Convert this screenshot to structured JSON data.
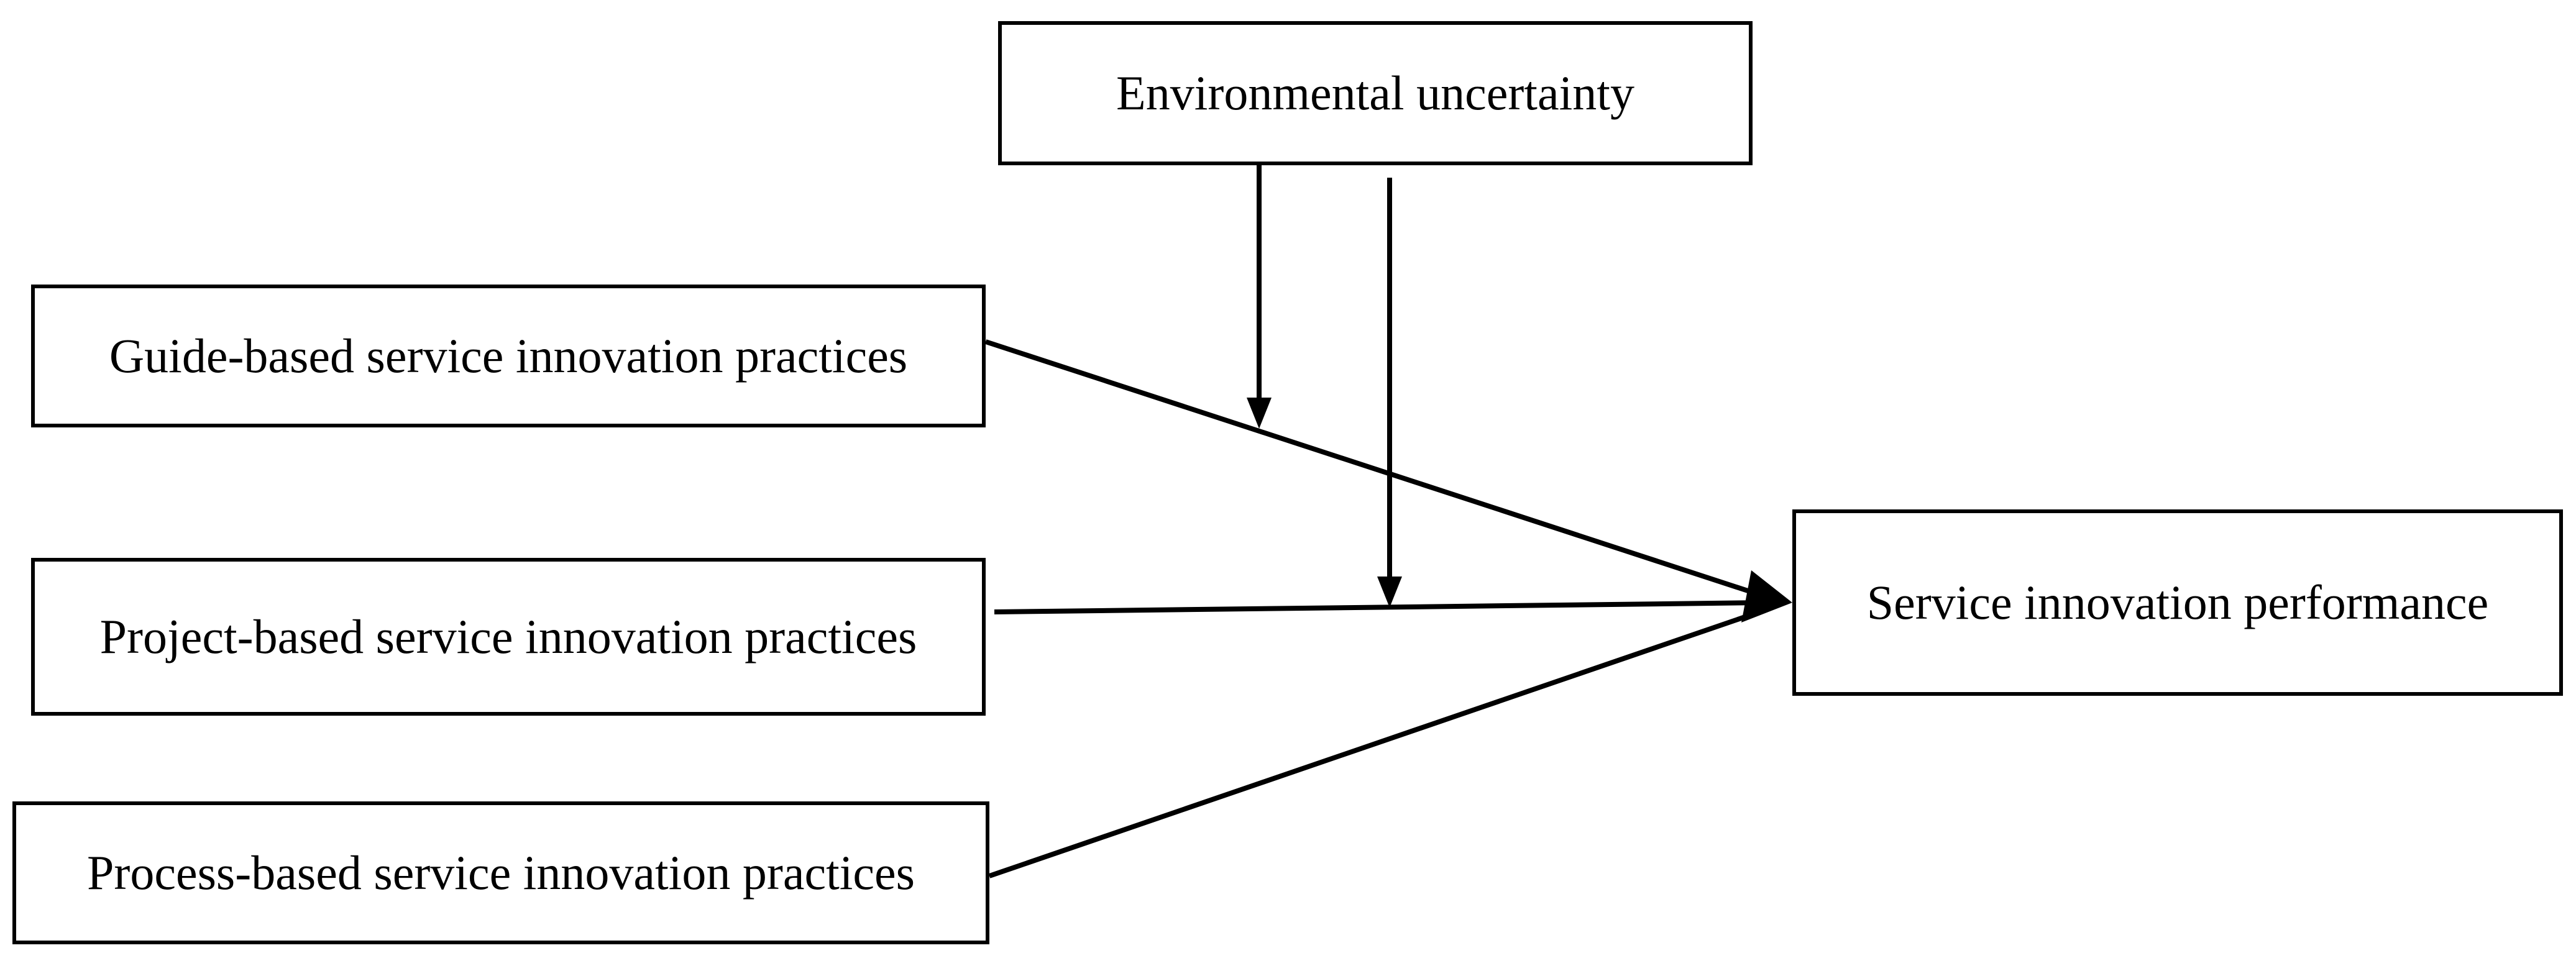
{
  "diagram": {
    "nodes": {
      "moderator": {
        "label": "Environmental uncertainty"
      },
      "guide": {
        "label": "Guide-based service innovation practices"
      },
      "project": {
        "label": "Project-based service innovation practices"
      },
      "process": {
        "label": "Process-based service innovation practices"
      },
      "outcome": {
        "label": "Service innovation performance"
      }
    },
    "edges": [
      {
        "from": "guide",
        "to": "outcome"
      },
      {
        "from": "project",
        "to": "outcome"
      },
      {
        "from": "process",
        "to": "outcome"
      },
      {
        "from": "moderator",
        "to": "edge:guide-outcome"
      },
      {
        "from": "moderator",
        "to": "edge:project-outcome"
      }
    ]
  }
}
